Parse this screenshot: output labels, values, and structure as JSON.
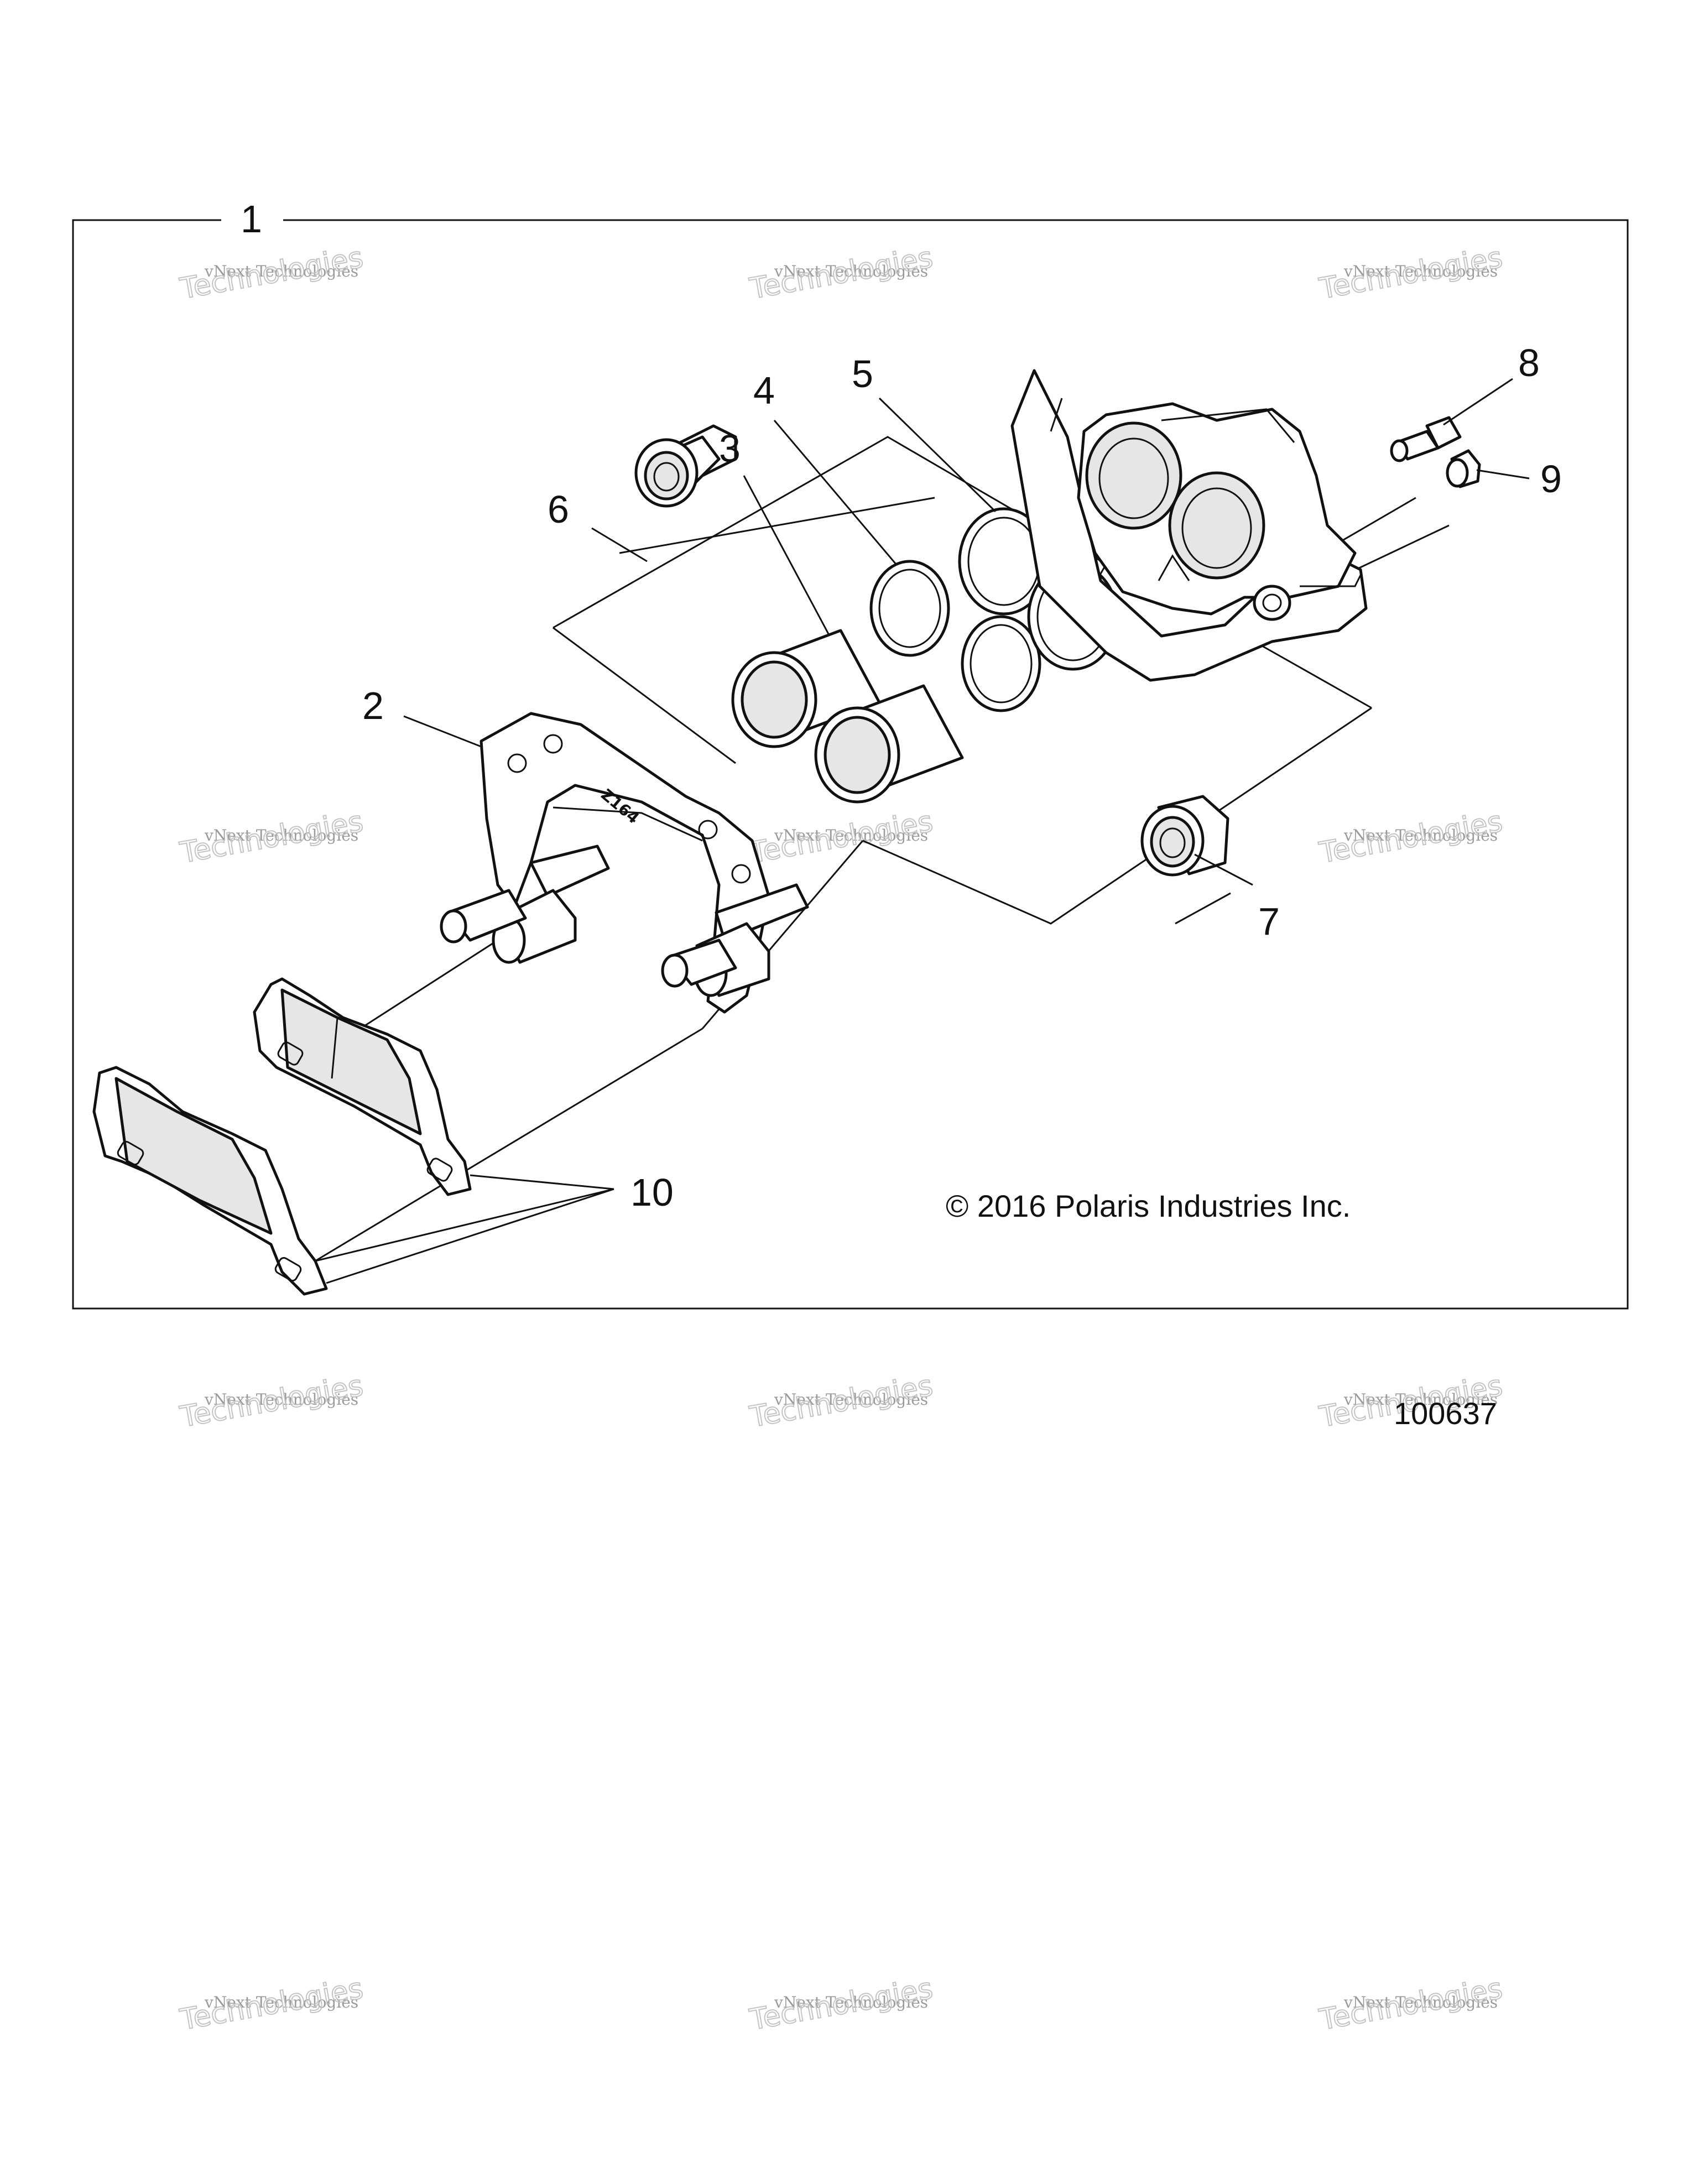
{
  "diagram": {
    "callouts": [
      "1",
      "2",
      "3",
      "4",
      "5",
      "6",
      "7",
      "8",
      "9",
      "10"
    ],
    "copyright": "© 2016 Polaris Industries Inc.",
    "figure_number": "100637",
    "bracket_marking": "Z164",
    "watermark": {
      "line1": "vNext Technologies",
      "line2": "Technologies"
    }
  }
}
